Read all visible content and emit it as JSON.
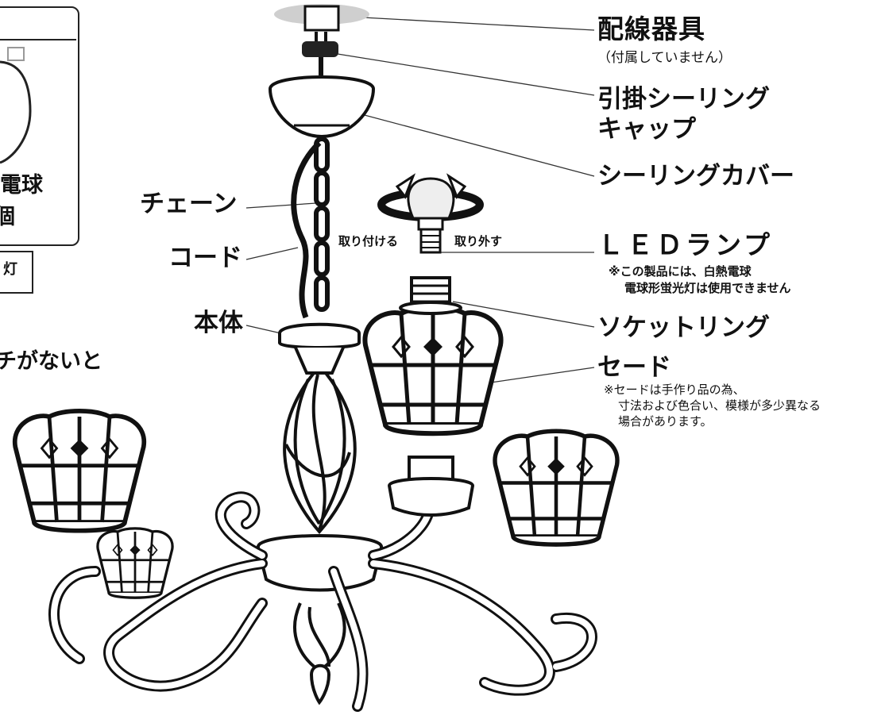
{
  "labels": {
    "wiring_device": "配線器具",
    "wiring_device_note": "（付属していません）",
    "ceiling_cap_line1": "引掛シーリング",
    "ceiling_cap_line2": "キャップ",
    "ceiling_cover": "シーリングカバー",
    "led_lamp": "ＬＥＤランプ",
    "led_note_line1": "※この製品には、白熱電球",
    "led_note_line2": "電球形蛍光灯は使用できません",
    "socket_ring": "ソケットリング",
    "shade": "セード",
    "shade_note_line1": "※セードは手作り品の為、",
    "shade_note_line2": "寸法および色合い、模様が多少異なる",
    "shade_note_line3": "場合があります。",
    "chain": "チェーン",
    "cord": "コード",
    "body": "本体",
    "attach": "取り付ける",
    "detach": "取り外す"
  },
  "left_panel": {
    "bulb_caption_line1": "電球",
    "bulb_caption_line2": "個",
    "lamp_box": "灯",
    "partial_text": "チがないと"
  }
}
